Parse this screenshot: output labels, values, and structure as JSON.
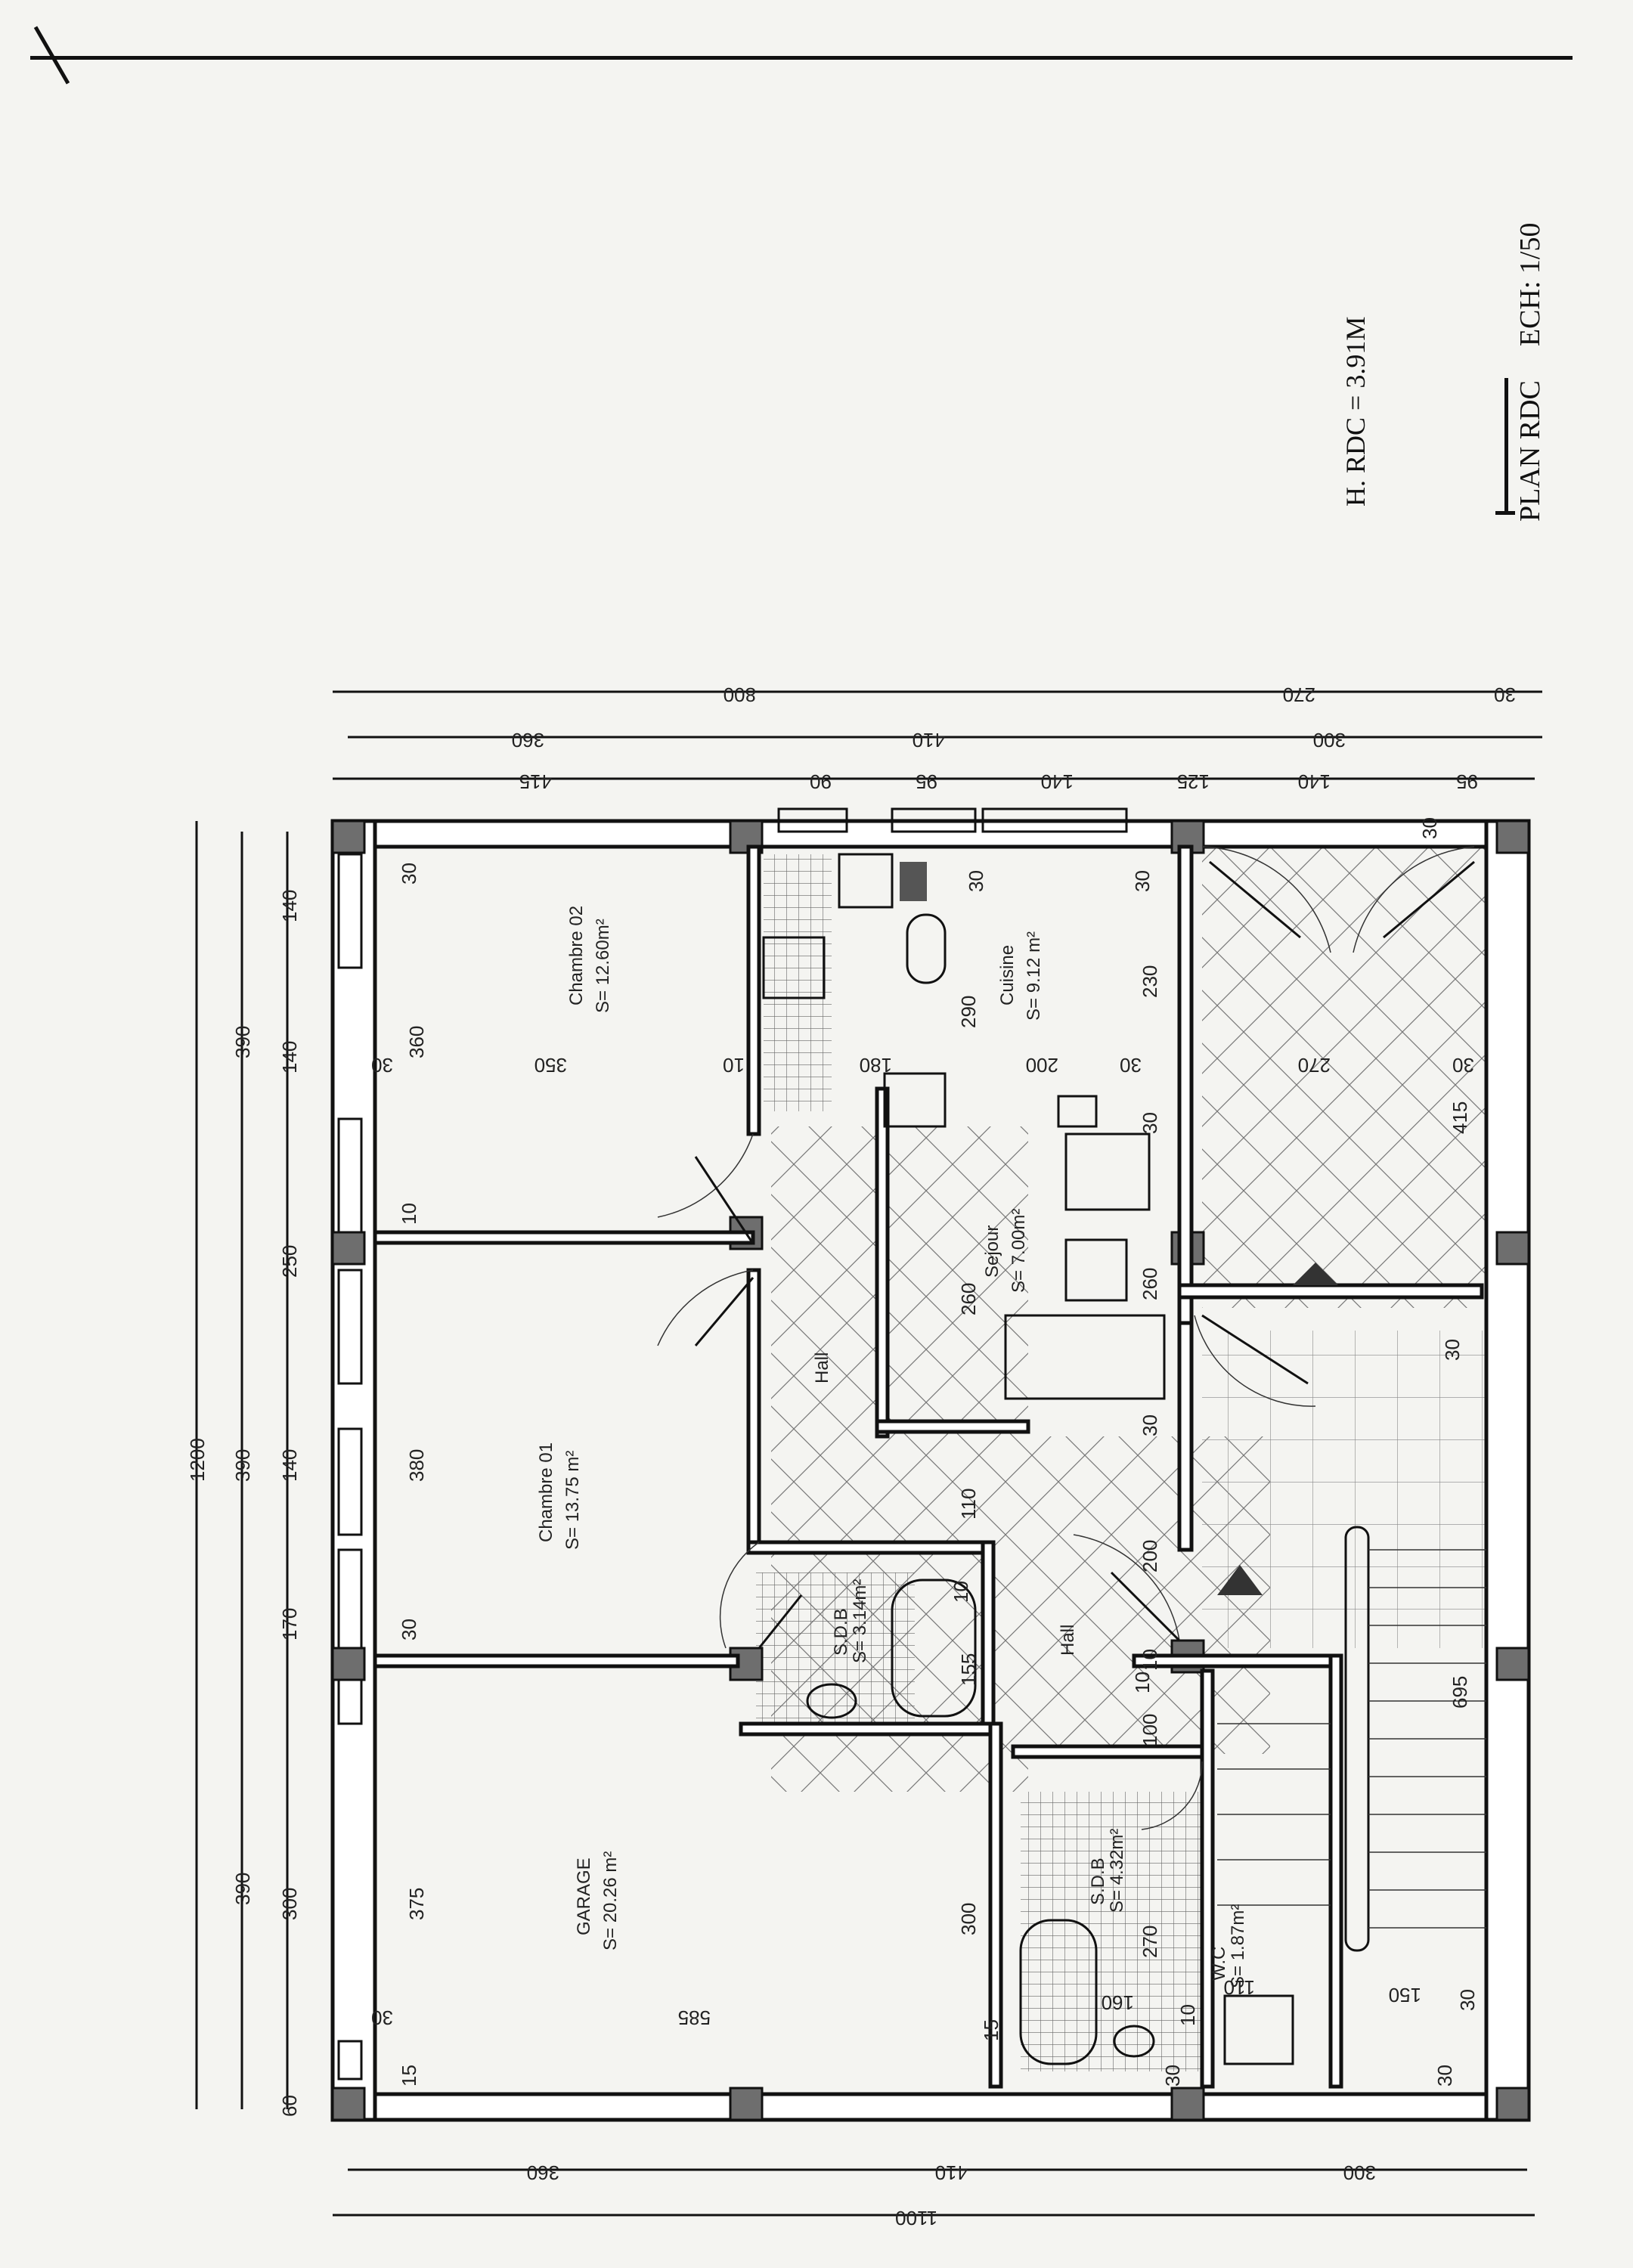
{
  "title": "PLAN RDC",
  "scale": "ECH: 1/50",
  "height_note": "H. RDC = 3.91M",
  "rooms": [
    {
      "name": "Chambre 02",
      "area": "S= 12.60m²"
    },
    {
      "name": "Cuisine",
      "area": "S= 9.12 m²"
    },
    {
      "name": "Sejour",
      "area": "S= 7.00m²"
    },
    {
      "name": "Hall",
      "area": ""
    },
    {
      "name": "Chambre 01",
      "area": "S= 13.75 m²"
    },
    {
      "name": "S.D.B",
      "area": "S= 3.14m²"
    },
    {
      "name": "Hall",
      "area": ""
    },
    {
      "name": "GARAGE",
      "area": "S= 20.26 m²"
    },
    {
      "name": "S.D.B",
      "area": "S= 4.32m²"
    },
    {
      "name": "W.C",
      "area": "S= 1.87m²"
    }
  ],
  "dims_top": {
    "row1": [
      "800",
      "270",
      "30"
    ],
    "row2": [
      "360",
      "410",
      "300"
    ],
    "row3": [
      "415",
      "90",
      "95",
      "140",
      "125",
      "140",
      "95"
    ]
  },
  "dims_left": {
    "total": "1200",
    "row1": [
      "390",
      "390",
      "390"
    ],
    "row2": [
      "140",
      "140",
      "250",
      "140",
      "170",
      "300",
      "60"
    ]
  },
  "dims_bottom": {
    "row1": [
      "360",
      "410",
      "300"
    ],
    "total": "1100"
  },
  "dims_inner": [
    "30",
    "360",
    "10",
    "380",
    "30",
    "375",
    "30",
    "15",
    "30",
    "350",
    "10",
    "180",
    "290",
    "200",
    "30",
    "230",
    "30",
    "30",
    "260",
    "260",
    "30",
    "30",
    "270",
    "415",
    "30",
    "585",
    "110",
    "200",
    "155",
    "10",
    "15",
    "300",
    "100",
    "10",
    "270",
    "160",
    "10",
    "110",
    "150",
    "30",
    "30",
    "695",
    "30",
    "30",
    "10",
    "30"
  ]
}
